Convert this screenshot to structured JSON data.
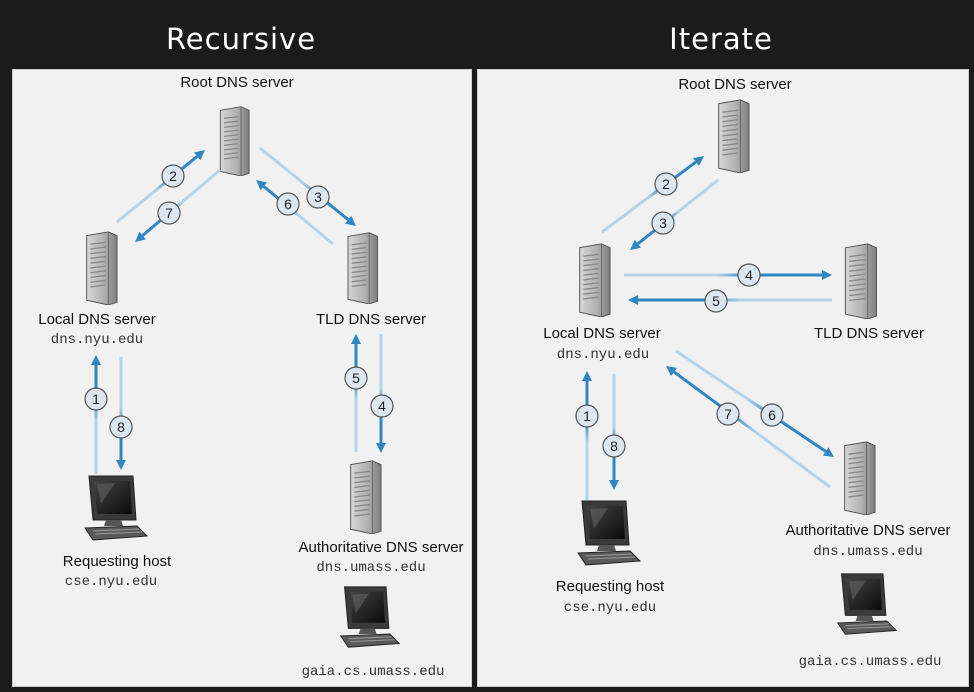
{
  "headings": {
    "recursive": "Recursive",
    "iterate": "Iterate"
  },
  "colors": {
    "arrow": "#2f86c2",
    "arrow_light": "#b3d3ea",
    "badge_fill": "#dce6f0",
    "badge_stroke": "#555555"
  },
  "recursive": {
    "root": {
      "name": "Root DNS server"
    },
    "local": {
      "name": "Local DNS server",
      "domain": "dns.nyu.edu"
    },
    "tld": {
      "name": "TLD DNS server"
    },
    "auth": {
      "name": "Authoritative DNS server",
      "domain": "dns.umass.edu"
    },
    "host": {
      "name": "Requesting host",
      "domain": "cse.nyu.edu"
    },
    "target": {
      "domain": "gaia.cs.umass.edu"
    },
    "steps": [
      "1",
      "2",
      "3",
      "4",
      "5",
      "6",
      "7",
      "8"
    ]
  },
  "iterate": {
    "root": {
      "name": "Root DNS server"
    },
    "local": {
      "name": "Local DNS server",
      "domain": "dns.nyu.edu"
    },
    "tld": {
      "name": "TLD DNS server"
    },
    "auth": {
      "name": "Authoritative DNS server",
      "domain": "dns.umass.edu"
    },
    "host": {
      "name": "Requesting host",
      "domain": "cse.nyu.edu"
    },
    "target": {
      "domain": "gaia.cs.umass.edu"
    },
    "steps": [
      "1",
      "2",
      "3",
      "4",
      "5",
      "6",
      "7",
      "8"
    ]
  }
}
